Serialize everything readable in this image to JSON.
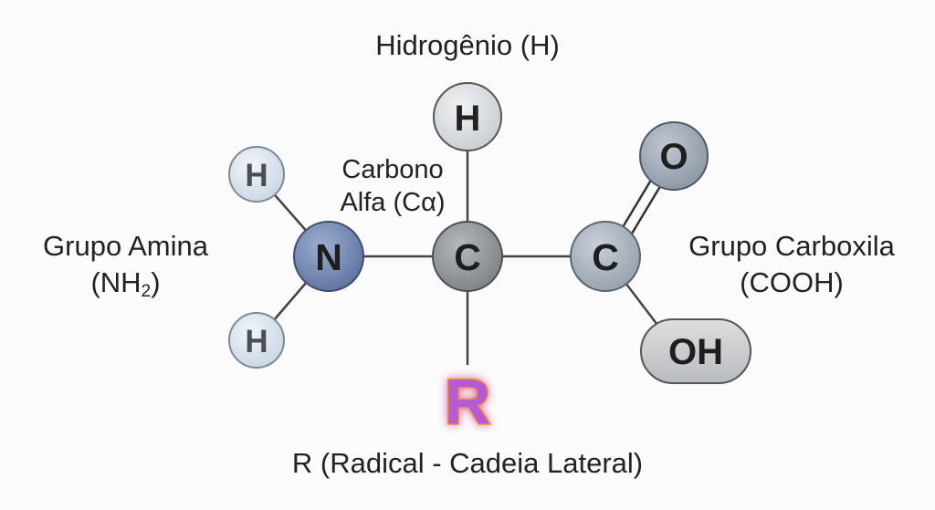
{
  "labels": {
    "hydrogen": "Hidrogênio (H)",
    "alpha_carbon_line1": "Carbono",
    "alpha_carbon_line2": "Alfa (Cα)",
    "amine_line1": "Grupo Amina",
    "amine_line2_pre": "(NH",
    "amine_line2_sub": "2",
    "amine_line2_post": ")",
    "carboxyl_line1": "Grupo Carboxila",
    "carboxyl_line2": "(COOH)",
    "radical": "R (Radical - Cadeia Lateral)"
  },
  "atoms": {
    "h_top": "H",
    "h_upper_left": "H",
    "h_lower_left": "H",
    "nitrogen": "N",
    "carbon_alpha": "C",
    "carbon_carboxyl": "C",
    "oxygen": "O",
    "hydroxyl": "OH",
    "radical": "R"
  },
  "colors": {
    "nitrogen": "#6f84ad",
    "hydrogen": "#dce6ef",
    "carbon_alpha": "#8f9499",
    "carbon_carboxyl": "#a9b1bb",
    "oxygen": "#9ea8b4",
    "hydroxyl": "#c9cbcd",
    "radical": "#b45ad6",
    "radical_glow": "#ff8c1a",
    "bond": "#444444"
  }
}
